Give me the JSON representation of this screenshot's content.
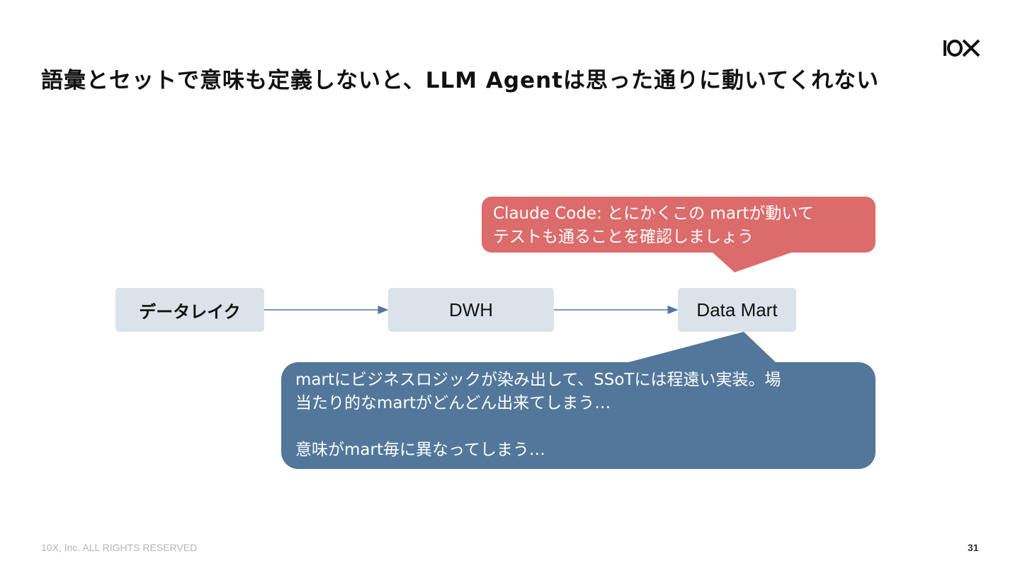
{
  "logo": {
    "icon": "10x-logo-icon"
  },
  "title": "語彙とセットで意味も定義しないと、LLM Agentは思った通りに動いてくれない",
  "nodes": {
    "datalake": "データレイク",
    "dwh": "DWH",
    "mart": "Data Mart"
  },
  "callout_red": {
    "lines": [
      "Claude Code: とにかくこの martが動いて",
      "テストも通ることを確認しましょう"
    ]
  },
  "callout_blue": {
    "lines": [
      "martにビジネスロジックが染み出して、SSoTには程遠い実装。場",
      "当たり的なmartがどんどん出来てしまう…",
      "意味がmart毎に異なってしまう…"
    ]
  },
  "footer": {
    "copyright": "10X, Inc. ALL RIGHTS RESERVED",
    "page_number": "31"
  },
  "colors": {
    "node_bg": "#dbe2ea",
    "arrow": "#52779a",
    "callout_red": "#dc6b6b",
    "callout_blue": "#52779a"
  }
}
